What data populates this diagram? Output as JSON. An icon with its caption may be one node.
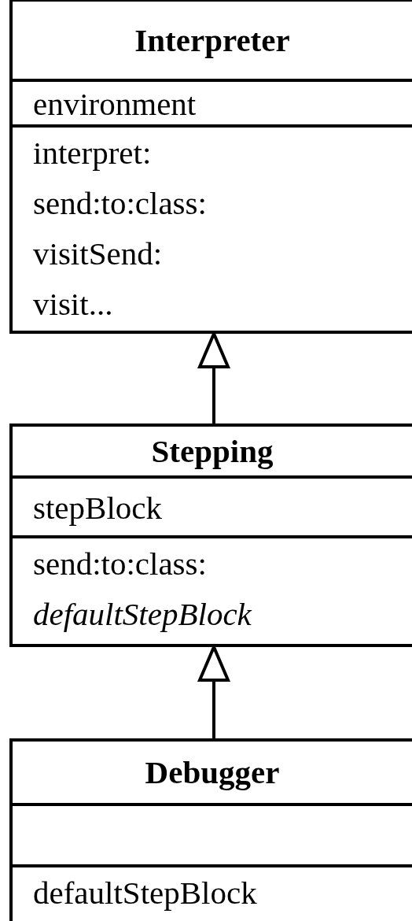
{
  "diagram": {
    "nodes": [
      {
        "text": [
          "Interpreter",
          "environment",
          "interpret:",
          "send:to:class:",
          "visitSend:",
          "visit..."
        ]
      },
      {
        "text": [
          "Stepping",
          "stepBlock",
          "send:to:class:",
          "*defaultStepBlock*"
        ]
      },
      {
        "text": [
          "Debugger",
          "defaultStepBlock"
        ]
      }
    ],
    "edges": [
      {
        "from": 1,
        "to": 0,
        "arrow": "to"
      },
      {
        "from": 2,
        "to": 1,
        "arrow": "to"
      }
    ]
  }
}
